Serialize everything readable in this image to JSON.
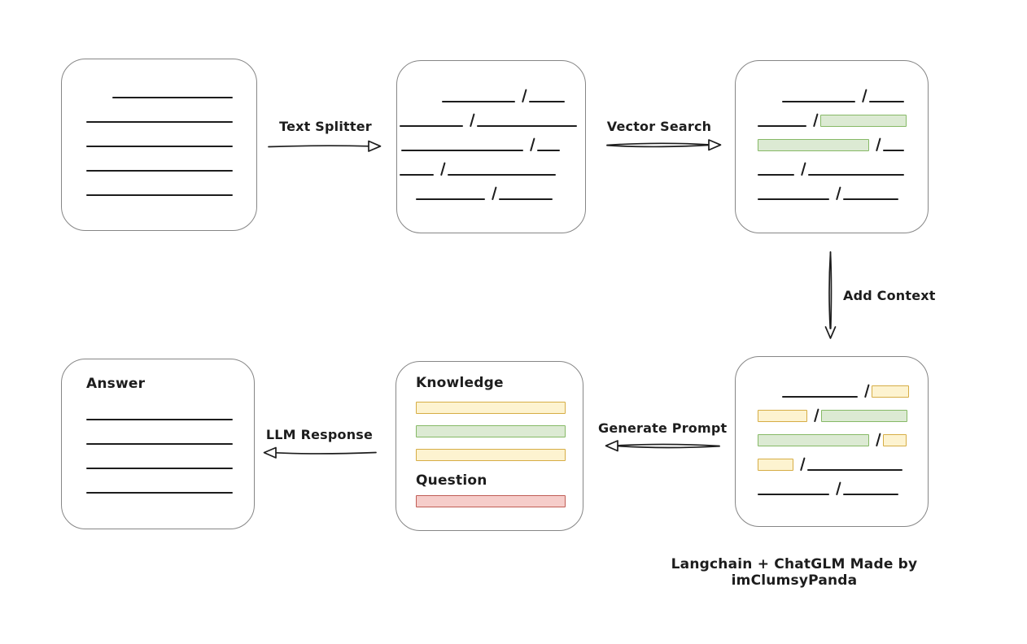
{
  "caption": "Langchain + ChatGLM Made by imClumsyPanda",
  "colors": {
    "box_border": "#868686",
    "line_color": "#1d1d1d",
    "green_fill": "#dcead3",
    "green_border": "#86b966",
    "yellow_fill": "#fdf3d0",
    "yellow_border": "#d6ad45",
    "red_fill": "#f6cdca",
    "red_border": "#c05d55"
  },
  "arrows": {
    "text_splitter": {
      "label": "Text Splitter",
      "direction": "right"
    },
    "vector_search": {
      "label": "Vector Search",
      "direction": "right"
    },
    "add_context": {
      "label": "Add Context",
      "direction": "down"
    },
    "generate_prompt": {
      "label": "Generate Prompt",
      "direction": "left"
    },
    "llm_response": {
      "label": "LLM Response",
      "direction": "left"
    }
  },
  "nodes": {
    "document": {
      "rows": [
        {
          "indent": 62,
          "segments": [
            {
              "t": "line",
              "w": 148
            }
          ]
        },
        {
          "indent": 30,
          "segments": [
            {
              "t": "line",
              "w": 180
            }
          ]
        },
        {
          "indent": 30,
          "segments": [
            {
              "t": "line",
              "w": 180
            }
          ]
        },
        {
          "indent": 30,
          "segments": [
            {
              "t": "line",
              "w": 180
            }
          ]
        },
        {
          "indent": 30,
          "segments": [
            {
              "t": "line",
              "w": 180
            }
          ]
        }
      ]
    },
    "chunks": {
      "rows": [
        {
          "indent": 55,
          "segments": [
            {
              "t": "line",
              "w": 90
            },
            {
              "t": "slash"
            },
            {
              "t": "line",
              "w": 44
            }
          ]
        },
        {
          "indent": 3,
          "segments": [
            {
              "t": "line",
              "w": 78
            },
            {
              "t": "slash"
            },
            {
              "t": "line",
              "w": 123
            }
          ]
        },
        {
          "indent": 5,
          "segments": [
            {
              "t": "line",
              "w": 150
            },
            {
              "t": "slash"
            },
            {
              "t": "line",
              "w": 28
            }
          ]
        },
        {
          "indent": 3,
          "segments": [
            {
              "t": "line",
              "w": 42
            },
            {
              "t": "slash"
            },
            {
              "t": "line",
              "w": 133
            }
          ]
        },
        {
          "indent": 23,
          "segments": [
            {
              "t": "line",
              "w": 85
            },
            {
              "t": "slash"
            },
            {
              "t": "line",
              "w": 66
            }
          ]
        }
      ]
    },
    "search_results": {
      "rows": [
        {
          "indent": 57,
          "segments": [
            {
              "t": "line",
              "w": 90
            },
            {
              "t": "slash"
            },
            {
              "t": "line",
              "w": 43
            }
          ]
        },
        {
          "indent": 27,
          "segments": [
            {
              "t": "line",
              "w": 60
            },
            {
              "t": "slash"
            },
            {
              "t": "green",
              "w": 104
            }
          ]
        },
        {
          "indent": 27,
          "segments": [
            {
              "t": "green",
              "w": 135
            },
            {
              "t": "slash"
            },
            {
              "t": "line",
              "w": 26
            }
          ]
        },
        {
          "indent": 27,
          "segments": [
            {
              "t": "line",
              "w": 45
            },
            {
              "t": "slash"
            },
            {
              "t": "line",
              "w": 118
            }
          ]
        },
        {
          "indent": 27,
          "segments": [
            {
              "t": "line",
              "w": 88
            },
            {
              "t": "slash"
            },
            {
              "t": "line",
              "w": 68
            }
          ]
        }
      ]
    },
    "context": {
      "rows": [
        {
          "indent": 57,
          "segments": [
            {
              "t": "line",
              "w": 93
            },
            {
              "t": "slash"
            },
            {
              "t": "yellow",
              "w": 44
            }
          ]
        },
        {
          "indent": 27,
          "segments": [
            {
              "t": "yellow",
              "w": 59
            },
            {
              "t": "slash"
            },
            {
              "t": "green",
              "w": 104
            }
          ]
        },
        {
          "indent": 27,
          "segments": [
            {
              "t": "green",
              "w": 135
            },
            {
              "t": "slash"
            },
            {
              "t": "yellow",
              "w": 27
            }
          ]
        },
        {
          "indent": 27,
          "segments": [
            {
              "t": "yellow",
              "w": 42
            },
            {
              "t": "slash"
            },
            {
              "t": "line",
              "w": 117
            }
          ]
        },
        {
          "indent": 27,
          "segments": [
            {
              "t": "line",
              "w": 88
            },
            {
              "t": "slash"
            },
            {
              "t": "line",
              "w": 68
            }
          ]
        }
      ]
    },
    "prompt": {
      "knowledge_label": "Knowledge",
      "question_label": "Question",
      "knowledge_bars": [
        {
          "type": "yellow"
        },
        {
          "type": "green"
        },
        {
          "type": "yellow"
        }
      ],
      "question_bars": [
        {
          "type": "red"
        }
      ]
    },
    "answer": {
      "label": "Answer",
      "rows": [
        {
          "indent": 0,
          "segments": [
            {
              "t": "line",
              "w": 180
            }
          ]
        },
        {
          "indent": 0,
          "segments": [
            {
              "t": "line",
              "w": 180
            }
          ]
        },
        {
          "indent": 0,
          "segments": [
            {
              "t": "line",
              "w": 180
            }
          ]
        },
        {
          "indent": 0,
          "segments": [
            {
              "t": "line",
              "w": 180
            }
          ]
        }
      ]
    }
  }
}
